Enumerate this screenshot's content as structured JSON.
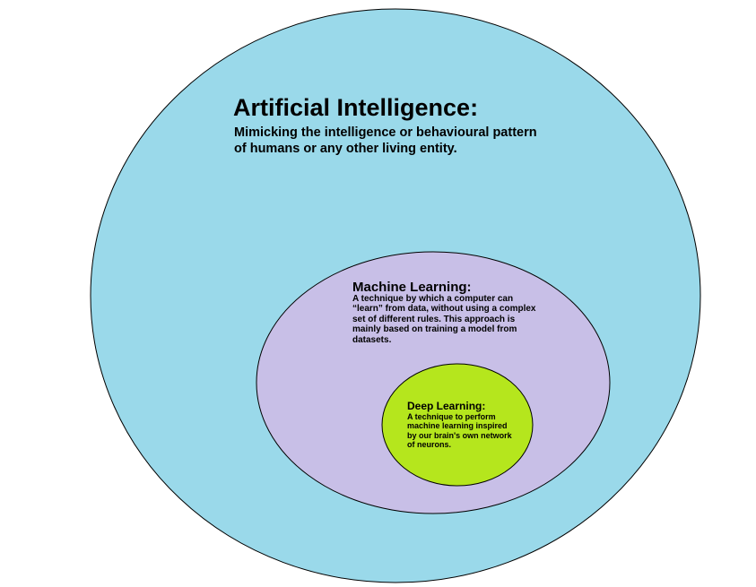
{
  "diagram": {
    "colors": {
      "ai_fill": "#9ad9ea",
      "ml_fill": "#c8bfe7",
      "dl_fill": "#b5e61d",
      "outline": "#000000"
    },
    "ai": {
      "title": "Artificial Intelligence:",
      "description": "Mimicking the intelligence or behavioural pattern of humans or any other living entity."
    },
    "ml": {
      "title": "Machine Learning:",
      "description": "A technique by which a computer can “learn” from data, without using a complex set of different rules. This approach is mainly based on training a model from datasets."
    },
    "dl": {
      "title": "Deep Learning:",
      "description": "A technique to perform machine learning inspired by our brain's own network of neurons."
    }
  }
}
